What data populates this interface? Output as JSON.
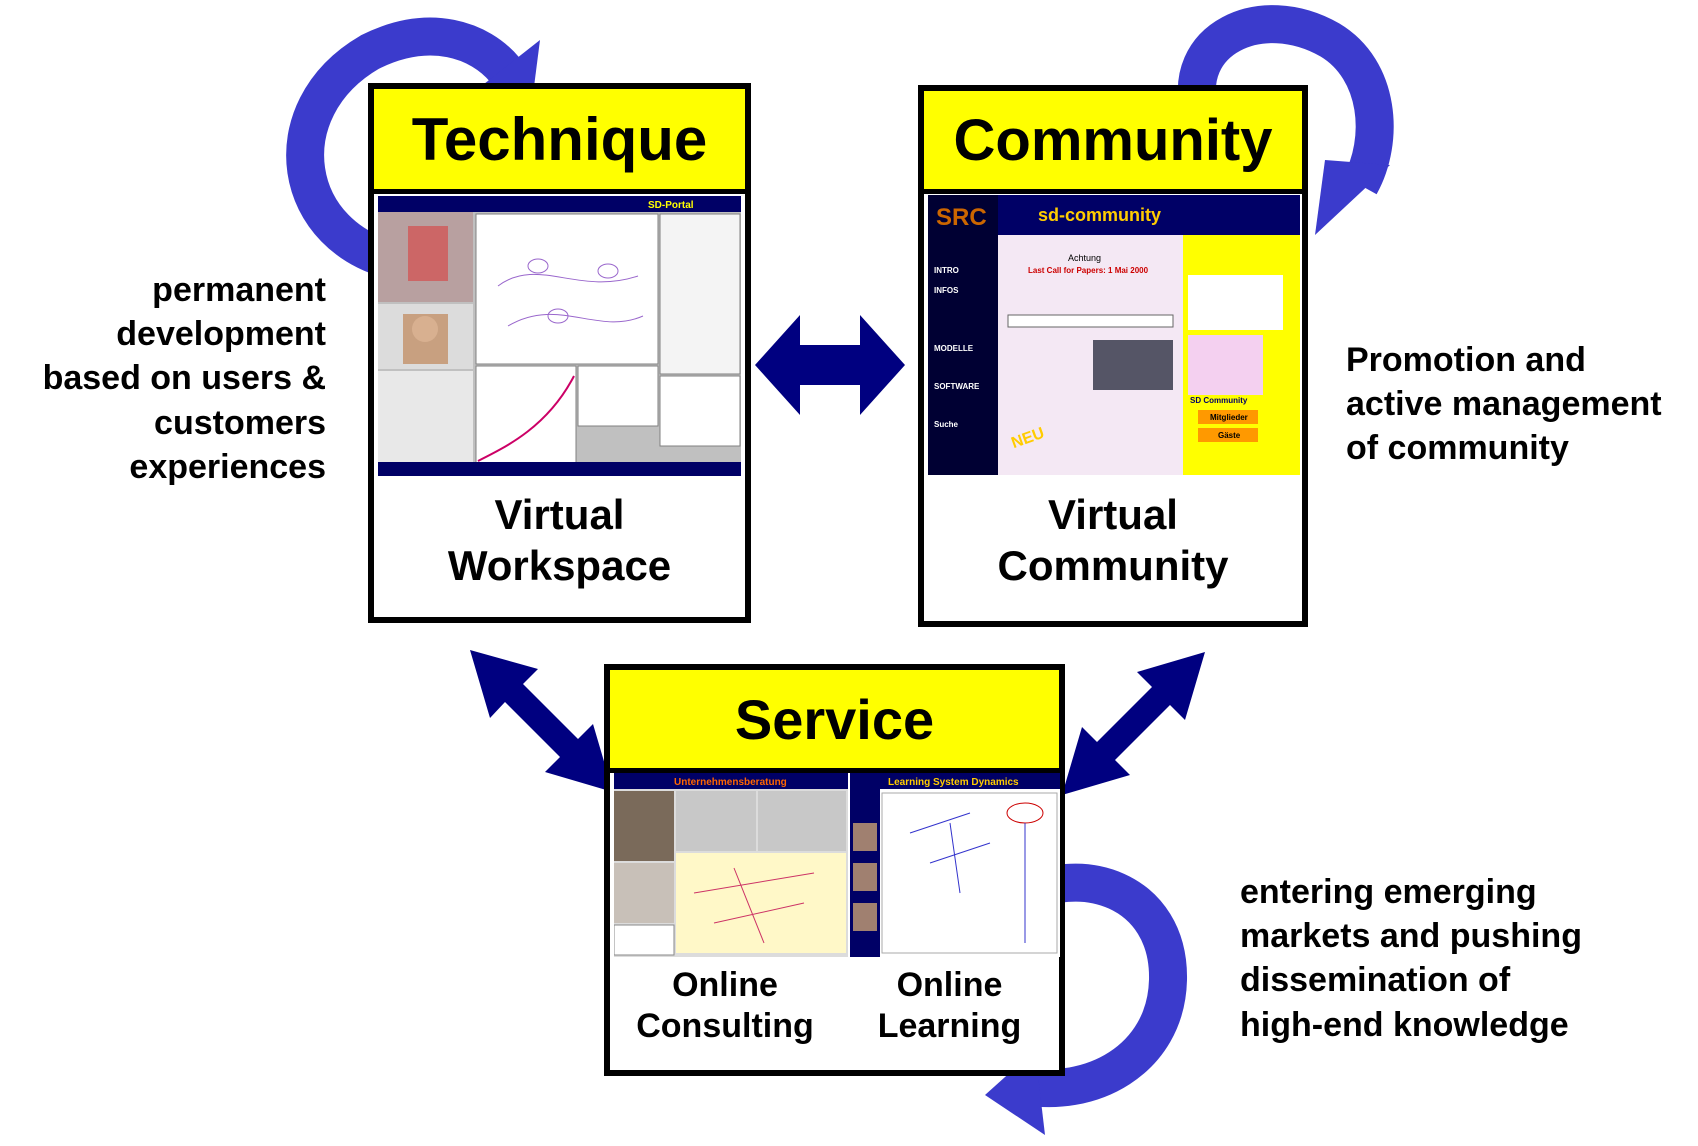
{
  "technique": {
    "title": "Technique",
    "caption_line1": "Virtual",
    "caption_line2": "Workspace"
  },
  "community": {
    "title": "Community",
    "caption_line1": "Virtual",
    "caption_line2": "Community"
  },
  "service": {
    "title": "Service",
    "caption_left_line1": "Online",
    "caption_left_line2": "Consulting",
    "caption_right_line1": "Online",
    "caption_right_line2": "Learning"
  },
  "notes": {
    "left": [
      "permanent",
      "development",
      "based on users &",
      "customers",
      "experiences"
    ],
    "right": [
      "Promotion and",
      "active management",
      "of community"
    ],
    "bottom": [
      "entering emerging",
      "markets and pushing",
      "dissemination of",
      "high-end knowledge"
    ]
  },
  "screens": {
    "workspace_header": "SD-Portal",
    "community_logo": "SRC",
    "community_site": "sd-community",
    "community_notice": "Achtung",
    "community_headline": "Last Call for Papers: 1 Mai 2000",
    "community_neu": "NEU",
    "community_nav": [
      "INTRO",
      "INFOS",
      "MODELLE",
      "SOFTWARE",
      "Suche"
    ],
    "community_right_title": "SD Community",
    "community_right_btn1": "Mitglieder",
    "community_right_btn2": "Gäste",
    "service_left_title": "Unternehmensberatung",
    "service_right_title": "Learning System Dynamics"
  },
  "colors": {
    "accent_yellow": "#ffff00",
    "cycle_arrow": "#3b3bcc",
    "link_arrow": "#000080"
  }
}
